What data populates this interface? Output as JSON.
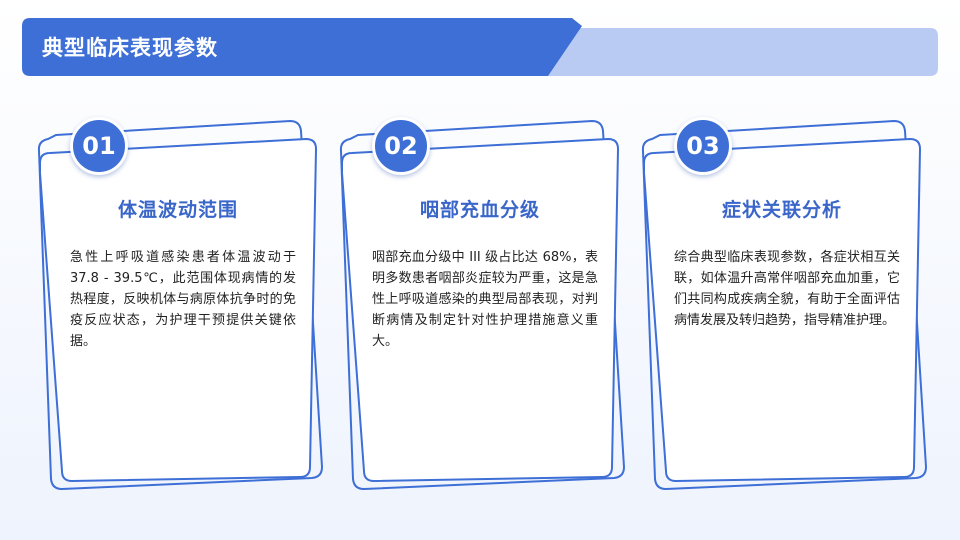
{
  "header": {
    "title": "典型临床表现参数"
  },
  "cards": [
    {
      "number": "01",
      "title": "体温波动范围",
      "text": "急性上呼吸道感染患者体温波动于 37.8 - 39.5℃，此范围体现病情的发热程度，反映机体与病原体抗争时的免疫反应状态，为护理干预提供关键依据。"
    },
    {
      "number": "02",
      "title": "咽部充血分级",
      "text": "咽部充血分级中 III 级占比达 68%，表明多数患者咽部炎症较为严重，这是急性上呼吸道感染的典型局部表现，对判断病情及制定针对性护理措施意义重大。"
    },
    {
      "number": "03",
      "title": "症状关联分析",
      "text": "综合典型临床表现参数，各症状相互关联，如体温升高常伴咽部充血加重，它们共同构成疾病全貌，有助于全面评估病情发展及转归趋势，指导精准护理。"
    }
  ],
  "colors": {
    "accent": "#3e6fd6",
    "banner_light": "#b9cbf2",
    "title_text": "#3a66c9"
  }
}
